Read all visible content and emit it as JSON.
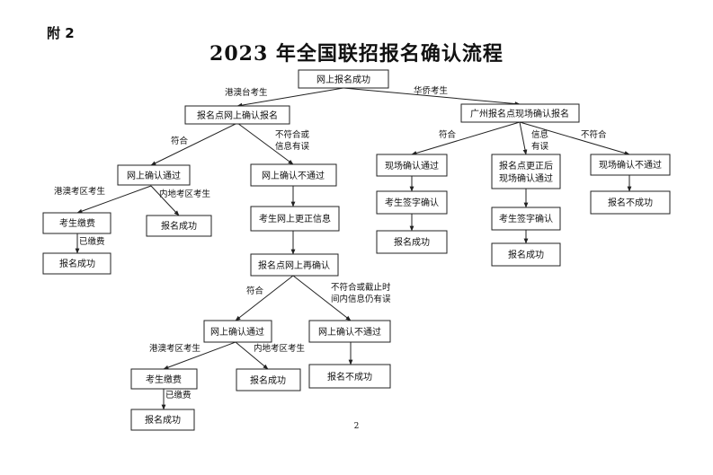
{
  "annex_label": "附 2",
  "title": "2023 年全国联招报名确认流程",
  "page_number": "2",
  "nodes": {
    "start": "网上报名成功",
    "online_confirm": "报名点网上确认报名",
    "guangzhou_onsite": "广州报名点现场确认报名",
    "online_pass_1": "网上确认通过",
    "online_fail_1": "网上确认不通过",
    "pay_fee_1": "考生缴费",
    "signup_success_1": "报名成功",
    "signup_success_2": "报名成功",
    "correct_info": "考生网上更正信息",
    "reconfirm": "报名点网上再确认",
    "online_pass_2": "网上确认通过",
    "online_fail_2": "网上确认不通过",
    "pay_fee_2": "考生缴费",
    "signup_success_3": "报名成功",
    "signup_success_4": "报名成功",
    "signup_fail_1": "报名不成功",
    "onsite_pass": "现场确认通过",
    "sign_confirm_1": "考生签字确认",
    "signup_success_5": "报名成功",
    "corrected_pass_line1": "报名点更正后",
    "corrected_pass_line2": "现场确认通过",
    "sign_confirm_2": "考生签字确认",
    "signup_success_6": "报名成功",
    "onsite_fail": "现场确认不通过",
    "signup_fail_2": "报名不成功"
  },
  "edge_labels": {
    "hk_macao": "港澳台考生",
    "overseas_chinese": "华侨考生",
    "qualified_1": "符合",
    "unqualified_line1": "不符合或",
    "unqualified_line2": "信息有误",
    "hk_exam_area_1": "港澳考区考生",
    "mainland_exam_area_1": "内地考区考生",
    "paid_1": "已缴费",
    "qualified_2": "符合",
    "unqualified_deadline_line1": "不符合或截止时",
    "unqualified_deadline_line2": "间内信息仍有误",
    "hk_exam_area_2": "港澳考区考生",
    "mainland_exam_area_2": "内地考区考生",
    "paid_2": "已缴费",
    "qualified_3": "符合",
    "info_error_line1": "信息",
    "info_error_line2": "有误",
    "unqualified_3": "不符合"
  }
}
